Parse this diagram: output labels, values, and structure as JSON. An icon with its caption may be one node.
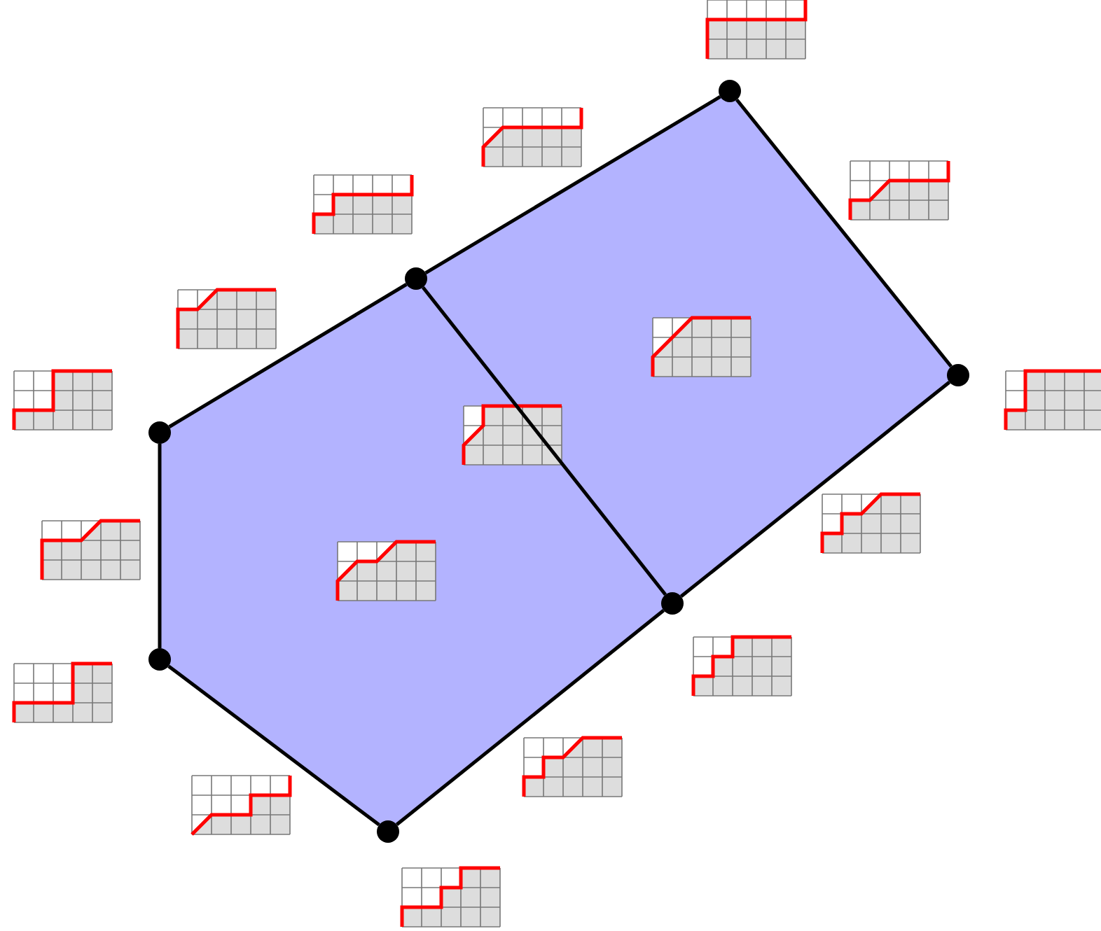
{
  "diagram": {
    "nodes": [
      {
        "text": [],
        "shape": "circle"
      },
      {
        "text": [],
        "shape": "circle"
      },
      {
        "text": [],
        "shape": "circle"
      },
      {
        "text": [],
        "shape": "circle"
      },
      {
        "text": [],
        "shape": "circle"
      },
      {
        "text": [],
        "shape": "circle"
      },
      {
        "text": [],
        "shape": "circle"
      }
    ],
    "edges": [
      {
        "from": 1,
        "to": 0,
        "arrow": "none"
      },
      {
        "from": 0,
        "to": 2,
        "arrow": "none"
      },
      {
        "from": 2,
        "to": 4,
        "arrow": "none"
      },
      {
        "from": 4,
        "to": 6,
        "arrow": "none"
      },
      {
        "from": 6,
        "to": 5,
        "arrow": "none"
      },
      {
        "from": 5,
        "to": 3,
        "arrow": "none"
      },
      {
        "from": 3,
        "to": 1,
        "arrow": "none"
      },
      {
        "from": 1,
        "to": 4,
        "arrow": "none"
      }
    ]
  }
}
